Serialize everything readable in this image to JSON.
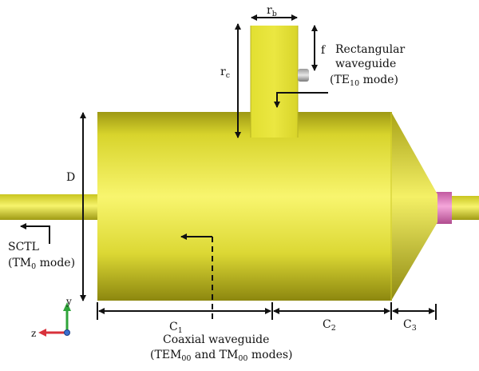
{
  "colors": {
    "yellow_light": "#f6f36a",
    "yellow_mid": "#e6e33a",
    "yellow_dark": "#8f8a12",
    "pink": "#ee7fc6",
    "pink_dark": "#b34d91",
    "axis_y": "#2fa53a",
    "axis_z": "#d8323b",
    "line": "#111111"
  },
  "labels": {
    "rb": {
      "main": "r",
      "sub": "b"
    },
    "rc": {
      "main": "r",
      "sub": "c"
    },
    "f": "f",
    "D": "D",
    "rect_title_1": "Rectangular",
    "rect_title_2": "waveguide",
    "rect_mode": {
      "pre": "(TE",
      "sub": "10",
      "post": " mode)"
    },
    "sctl_title": "SCTL",
    "sctl_mode": {
      "pre": "(TM",
      "sub": "0",
      "post": " mode)"
    },
    "c1": {
      "main": "C",
      "sub": "1"
    },
    "c2": {
      "main": "C",
      "sub": "2"
    },
    "c3": {
      "main": "C",
      "sub": "3"
    },
    "coax_title": "Coaxial waveguide",
    "coax_mode": {
      "pre": "(TEM",
      "sub1": "00",
      "mid": " and TM",
      "sub2": "00",
      "post": " modes)"
    }
  },
  "axes": {
    "y_label": "y",
    "z_label": "z",
    "x_icon": "x-axis-dot-icon"
  }
}
